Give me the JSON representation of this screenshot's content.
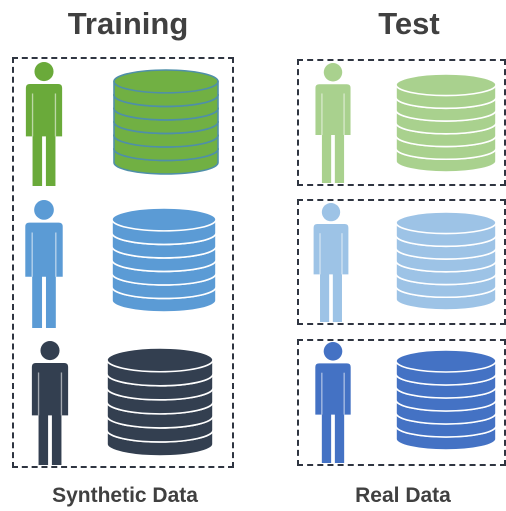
{
  "headings": {
    "training": "Training",
    "test": "Test"
  },
  "captions": {
    "training": "Synthetic Data",
    "test": "Real Data"
  },
  "training_rows": [
    {
      "name": "green",
      "person_color": "#6aaa3a",
      "db_fill": "#71b043",
      "db_stroke": "#4f8fa8"
    },
    {
      "name": "blue",
      "person_color": "#5b9bd5",
      "db_fill": "#5b9bd5",
      "db_stroke": "#ffffff"
    },
    {
      "name": "dark-navy",
      "person_color": "#333f50",
      "db_fill": "#333f50",
      "db_stroke": "#ffffff"
    }
  ],
  "test_rows": [
    {
      "name": "light-green",
      "person_color": "#a9d18e",
      "db_fill": "#a9d18e",
      "db_stroke": "#ffffff"
    },
    {
      "name": "light-blue",
      "person_color": "#9dc3e6",
      "db_fill": "#9dc3e6",
      "db_stroke": "#ffffff"
    },
    {
      "name": "royal-blue",
      "person_color": "#4472c4",
      "db_fill": "#4472c4",
      "db_stroke": "#ffffff"
    }
  ]
}
